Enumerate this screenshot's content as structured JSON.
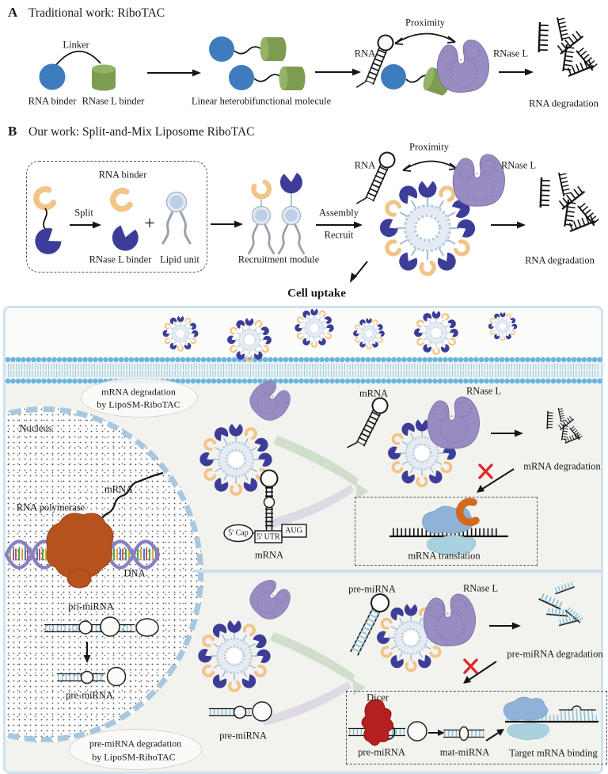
{
  "panelA": {
    "letter": "A",
    "title": "Traditional work: RiboTAC",
    "linker": "Linker",
    "rna_binder": "RNA binder",
    "rnasel_binder": "RNase L binder",
    "linear_molecule": "Linear heterobifunctional molecule",
    "proximity": "Proximity",
    "rna": "RNA",
    "rnase_l": "RNase L",
    "rna_degradation": "RNA degradation"
  },
  "panelB": {
    "letter": "B",
    "title": "Our work: Split-and-Mix Liposome RiboTAC",
    "rna_binder": "RNA binder",
    "split": "Split",
    "rnasel_binder": "RNase L binder",
    "plus": "+",
    "lipid_unit": "Lipid unit",
    "recruitment_module": "Recruitment module",
    "assembly": "Assembly",
    "recruit": "Recruit",
    "proximity": "Proximity",
    "rna": "RNA",
    "rnase_l": "RNase L",
    "rna_degradation": "RNA degradation",
    "cell_uptake": "Cell uptake"
  },
  "cell": {
    "cloud_mrna_line1": "mRNA degradation",
    "cloud_mrna_line2": "by LipoSM-RiboTAC",
    "nucleus": "Nucleus",
    "mrna": "mRNA",
    "rna_polymerase": "RNA polymerase",
    "dna": "DNA",
    "pri_mirna": "pri-miRNA",
    "pre_mirna": "pre-miRNA",
    "cloud_premirna_line1": "pre-miRNA degradation",
    "cloud_premirna_line2": "by LipoSM-RiboTAC"
  },
  "mrna_pathway": {
    "cap": "5' Cap",
    "utr": "5' UTR",
    "aug": "AUG",
    "mrna_structure_label": "mRNA",
    "mrna": "mRNA",
    "rnase_l": "RNase L",
    "mrna_degradation": "mRNA degradation",
    "mrna_translation": "mRNA translation"
  },
  "premirna_pathway": {
    "pre_mirna_left": "pre-miRNA",
    "pre_mirna": "pre-miRNA",
    "rnase_l": "RNase L",
    "premirna_degradation": "pre-miRNA degradation",
    "dicer": "Dicer",
    "pre_mirna_box": "pre-miRNA",
    "mat_mirna": "mat-miRNA",
    "target_mrna_binding": "Target mRNA binding"
  },
  "colors": {
    "rna_binder_blue": "#3f7cbd",
    "rnasel_binder_green": "#7d9c50",
    "rnase_l_purple": "#998cc2",
    "split_orange": "#f2c488",
    "split_blue": "#3d3d99",
    "membrane_blue": "#67b6e2",
    "nucleus_border": "#a9c7e1",
    "polymerase_rust": "#b5521d",
    "dna_purple": "#8781c4",
    "dicer_red": "#b51f1f",
    "cross_red": "#e02828",
    "mirna_ladder_blue": "#8cc0da"
  }
}
